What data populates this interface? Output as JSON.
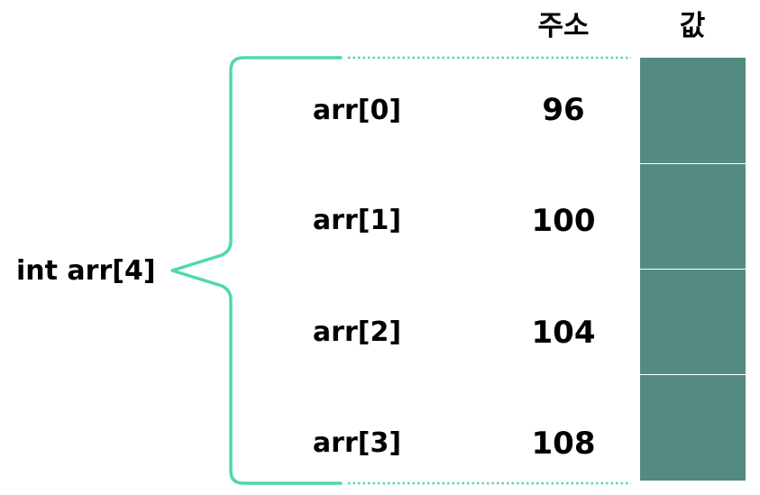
{
  "headers": {
    "address": "주소",
    "value": "값"
  },
  "array_declaration": "int arr[4]",
  "elements": [
    {
      "name": "arr[0]",
      "address": "96"
    },
    {
      "name": "arr[1]",
      "address": "100"
    },
    {
      "name": "arr[2]",
      "address": "104"
    },
    {
      "name": "arr[3]",
      "address": "108"
    }
  ],
  "colors": {
    "brace": "#4fd9a8",
    "memory_cell": "#548b80",
    "cell_divider": "#ffffff",
    "text": "#000000"
  },
  "icons": {
    "brace": "curly-brace-icon"
  }
}
